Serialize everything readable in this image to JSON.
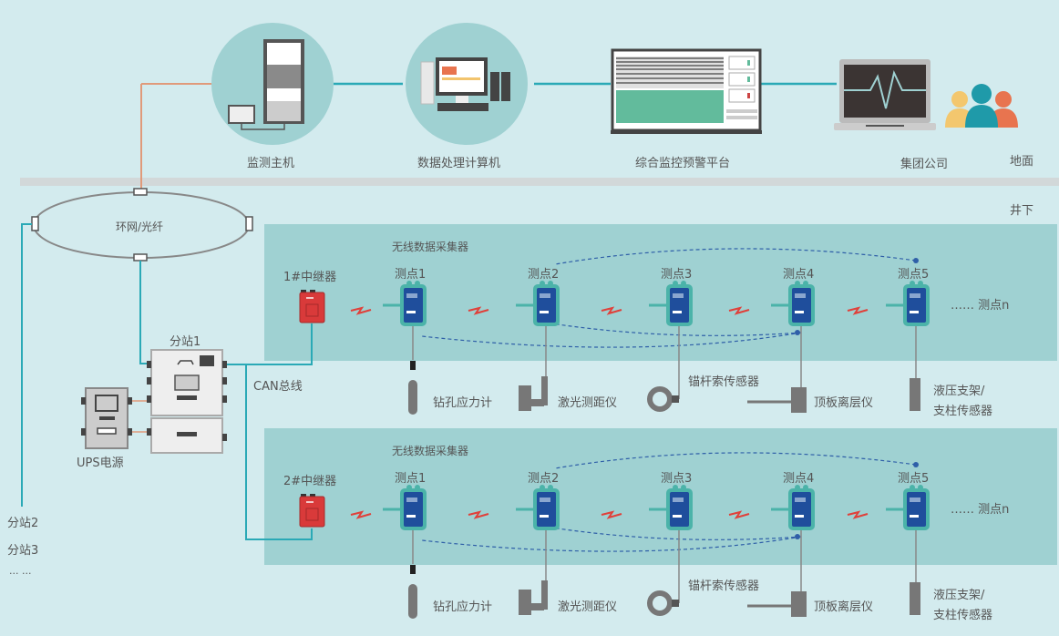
{
  "zones": {
    "ground": "地面",
    "underground": "井下"
  },
  "surface": {
    "monitor_host": "监测主机",
    "data_computer": "数据处理计算机",
    "platform": "综合监控预警平台",
    "group_company": "集团公司"
  },
  "ring_network": "环网/光纤",
  "substation": {
    "name": "分站1",
    "ups": "UPS电源",
    "can_bus": "CAN总线"
  },
  "other_substations": [
    "分站2",
    "分站3",
    "... ..."
  ],
  "segments": [
    {
      "repeater": "1#中继器",
      "collector_title": "无线数据采集器",
      "points": [
        "测点1",
        "测点2",
        "测点3",
        "测点4",
        "测点5"
      ],
      "more_points": "…… 测点n",
      "sensors": [
        "钻孔应力计",
        "激光测距仪",
        "锚杆索传感器",
        "顶板离层仪",
        "液压支架/",
        "支柱传感器"
      ]
    },
    {
      "repeater": "2#中继器",
      "collector_title": "无线数据采集器",
      "points": [
        "测点1",
        "测点2",
        "测点3",
        "测点4",
        "测点5"
      ],
      "more_points": "…… 测点n",
      "sensors": [
        "钻孔应力计",
        "激光测距仪",
        "锚杆索传感器",
        "顶板离层仪",
        "液压支架/",
        "支柱传感器"
      ]
    }
  ],
  "colors": {
    "link": "#2aa9b6",
    "fiber": "#e09a7a",
    "repeater": "#d93a3a",
    "collector": "#1f4e9c",
    "collector_shell": "#4bb3a9",
    "band": "#9fd1d2",
    "background": "#d3ebee"
  }
}
